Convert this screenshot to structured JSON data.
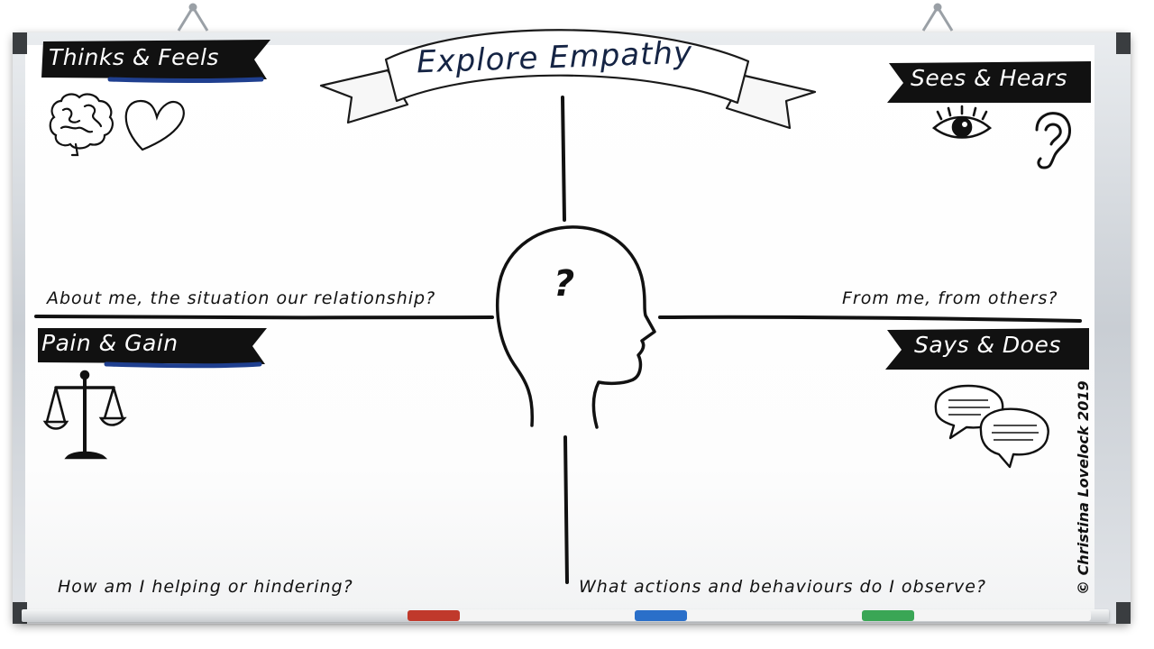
{
  "title": "Explore Empathy",
  "quadrants": {
    "thinks_feels": {
      "label": "Thinks & Feels",
      "prompt": "About me, the situation our relationship?"
    },
    "sees_hears": {
      "label": "Sees & Hears",
      "prompt": "From me, from others?"
    },
    "pain_gain": {
      "label": "Pain & Gain",
      "prompt": "How am I helping or hindering?"
    },
    "says_does": {
      "label": "Says & Does",
      "prompt": "What actions and behaviours do I observe?"
    }
  },
  "center": {
    "symbol": "?"
  },
  "copyright": "© Christina Lovelock 2019",
  "icons": [
    "brain-icon",
    "heart-icon",
    "eye-icon",
    "ear-icon",
    "scales-icon",
    "speech-bubbles-icon",
    "head-icon"
  ],
  "colors": {
    "banner": "#111111",
    "underline": "#1f3f8f",
    "title_text": "#152444"
  },
  "markers": [
    "red",
    "blue",
    "green"
  ]
}
